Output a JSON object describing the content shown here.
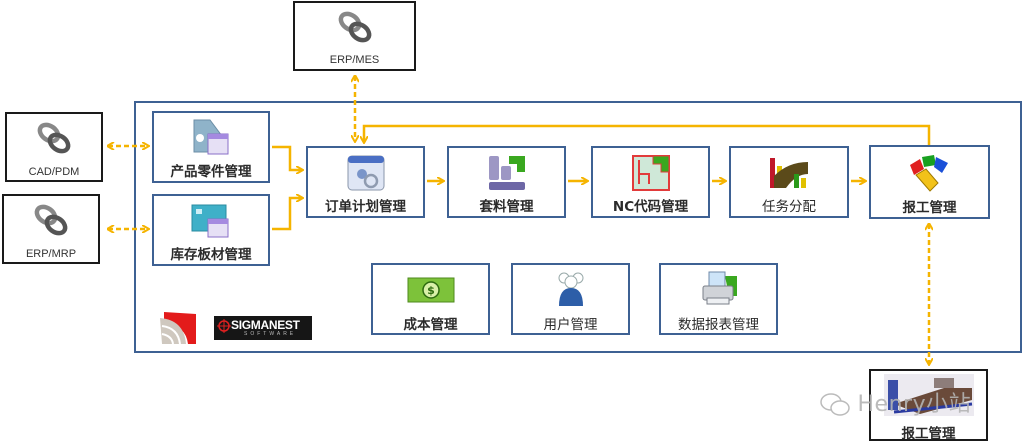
{
  "external_systems": {
    "erp_mes": "ERP/MES",
    "cad_pdm": "CAD/PDM",
    "erp_mrp": "ERP/MRP"
  },
  "modules": {
    "product_parts": "产品零件管理",
    "inventory_sheets": "库存板材管理",
    "order_planning": "订单计划管理",
    "nesting": "套料管理",
    "nc_code": "NC代码管理",
    "task_assign": "任务分配",
    "work_report": "报工管理",
    "cost": "成本管理",
    "users": "用户管理",
    "data_reports": "数据报表管理"
  },
  "machine": {
    "label": "报工管理"
  },
  "logo": {
    "brand": "SIGMANEST",
    "sub": "SOFTWARE"
  },
  "watermark": "Henry小站",
  "colors": {
    "frame": "#3e6193",
    "arrow": "#f5b400",
    "ext_border": "#1a1a1a"
  }
}
